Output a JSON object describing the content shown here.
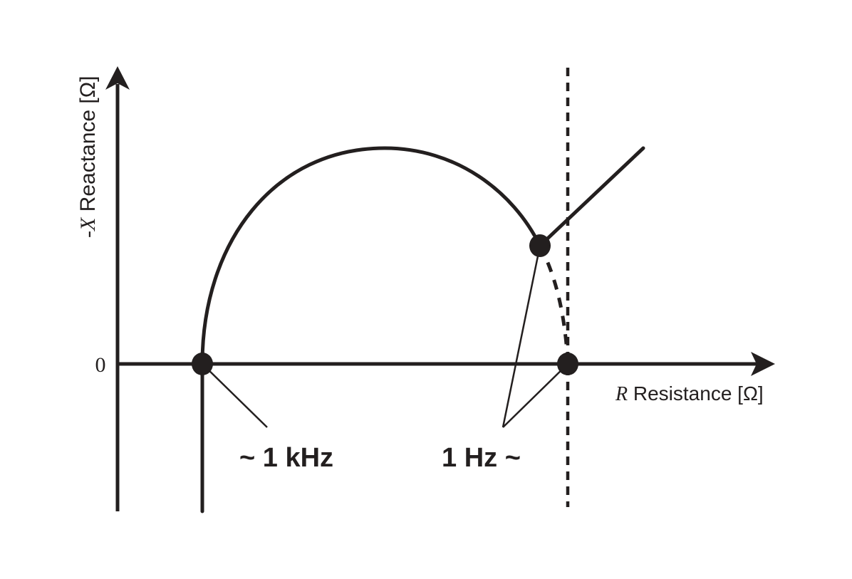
{
  "diagram": {
    "y_axis_label": {
      "symbol": "-X",
      "text": " Reactance [Ω]"
    },
    "x_axis_label": {
      "symbol": "R",
      "text": " Resistance [Ω]"
    },
    "origin_label": "0",
    "annotations": {
      "high_frequency": "~ 1 kHz",
      "low_frequency": "1 Hz ~"
    },
    "colors": {
      "ink": "#231f1f",
      "background": "#ffffff"
    }
  }
}
